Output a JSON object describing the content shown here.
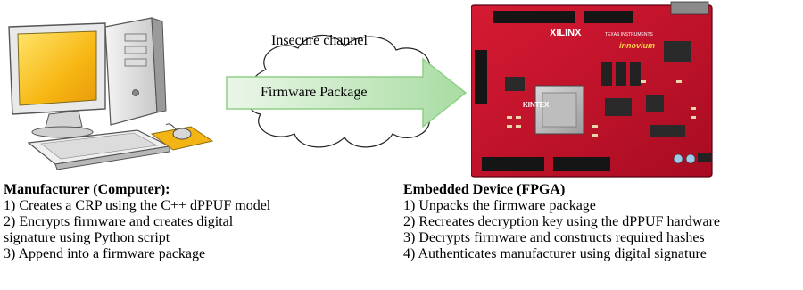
{
  "channel": {
    "label": "Insecure channel",
    "arrow_label": "Firmware Package"
  },
  "fpga_board": {
    "brand_logo": "XILINX",
    "chip_label": "KINTEX",
    "vendor_label": "TEXAS INSTRUMENTS",
    "product_label": "innovium"
  },
  "manufacturer": {
    "title": "Manufacturer (Computer):",
    "lines": [
      "1) Creates a CRP using the C++ dPPUF model",
      "2) Encrypts firmware and creates digital",
      "signature using Python script",
      "3) Append into a firmware package"
    ]
  },
  "device": {
    "title": "Embedded Device (FPGA)",
    "lines": [
      "1) Unpacks the firmware package",
      "2) Recreates decryption key using the dPPUF hardware",
      "3) Decrypts firmware and constructs required hashes",
      "4) Authenticates manufacturer using digital signature"
    ]
  },
  "colors": {
    "arrow_fill_start": "#eaf7e8",
    "arrow_fill_end": "#a9dca2",
    "arrow_stroke": "#8fcf86",
    "screen_yellow": "#f7c21a",
    "board_red": "#c8102e",
    "mouse_pad": "#f3b416"
  }
}
